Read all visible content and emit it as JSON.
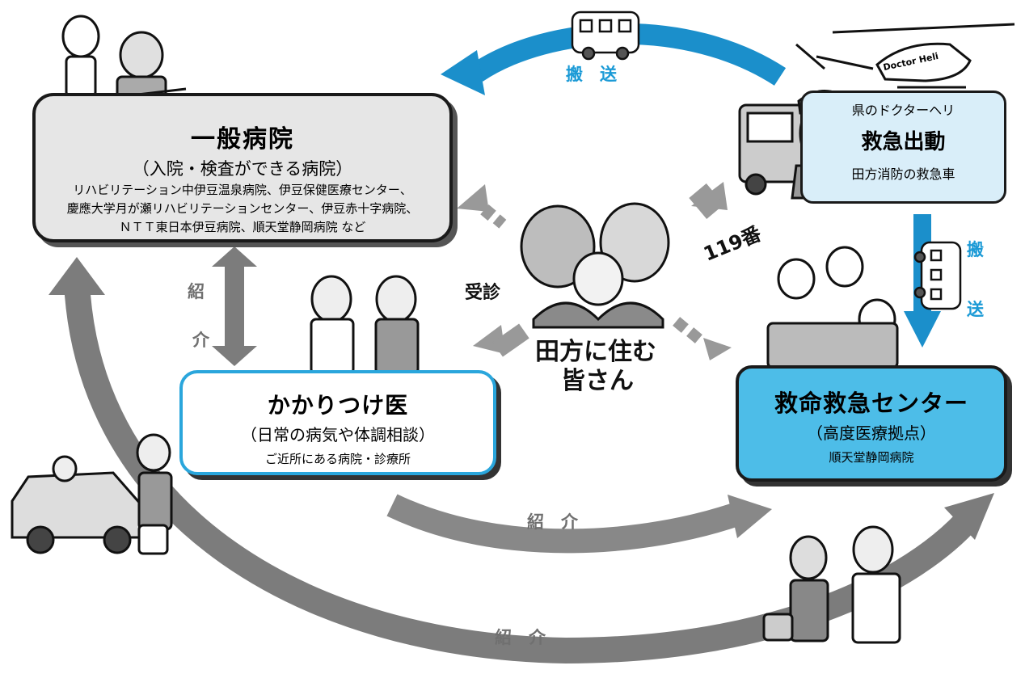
{
  "boxes": {
    "general_hospital": {
      "title": "一般病院",
      "subtitle": "（入院・検査ができる病院）",
      "list": [
        "リハビリテーション中伊豆温泉病院、伊豆保健医療センター、",
        "慶應大学月が瀬リハビリテーションセンター、伊豆赤十字病院、",
        "ＮＴＴ東日本伊豆病院、順天堂静岡病院 など"
      ]
    },
    "family_doctor": {
      "title": "かかりつけ医",
      "subtitle": "（日常の病気や体調相談）",
      "detail": "ご近所にある病院・診療所"
    },
    "emergency_center": {
      "title": "救命救急センター",
      "subtitle": "（高度医療拠点）",
      "detail": "順天堂静岡病院"
    },
    "dispatch": {
      "line1": "県のドクターヘリ",
      "title": "救急出動",
      "line2": "田方消防の救急車"
    }
  },
  "center_label": [
    "田方に住む",
    "皆さん"
  ],
  "labels": {
    "transport_top": "搬　送",
    "transport_right_1": "搬",
    "transport_right_2": "送",
    "call_119": "119番",
    "consult": "受診",
    "referral_left_1": "紹",
    "referral_left_2": "介",
    "referral_mid": "紹　介",
    "referral_bottom": "紹　介"
  },
  "helicopter_text": "Doctor Heli",
  "colors": {
    "blue_arrow": "#1b8fcb",
    "gray_arrow": "#808080",
    "emergency_fill": "#4dbde8",
    "family_border": "#2aa6dc",
    "general_fill": "#e6e6e6"
  }
}
